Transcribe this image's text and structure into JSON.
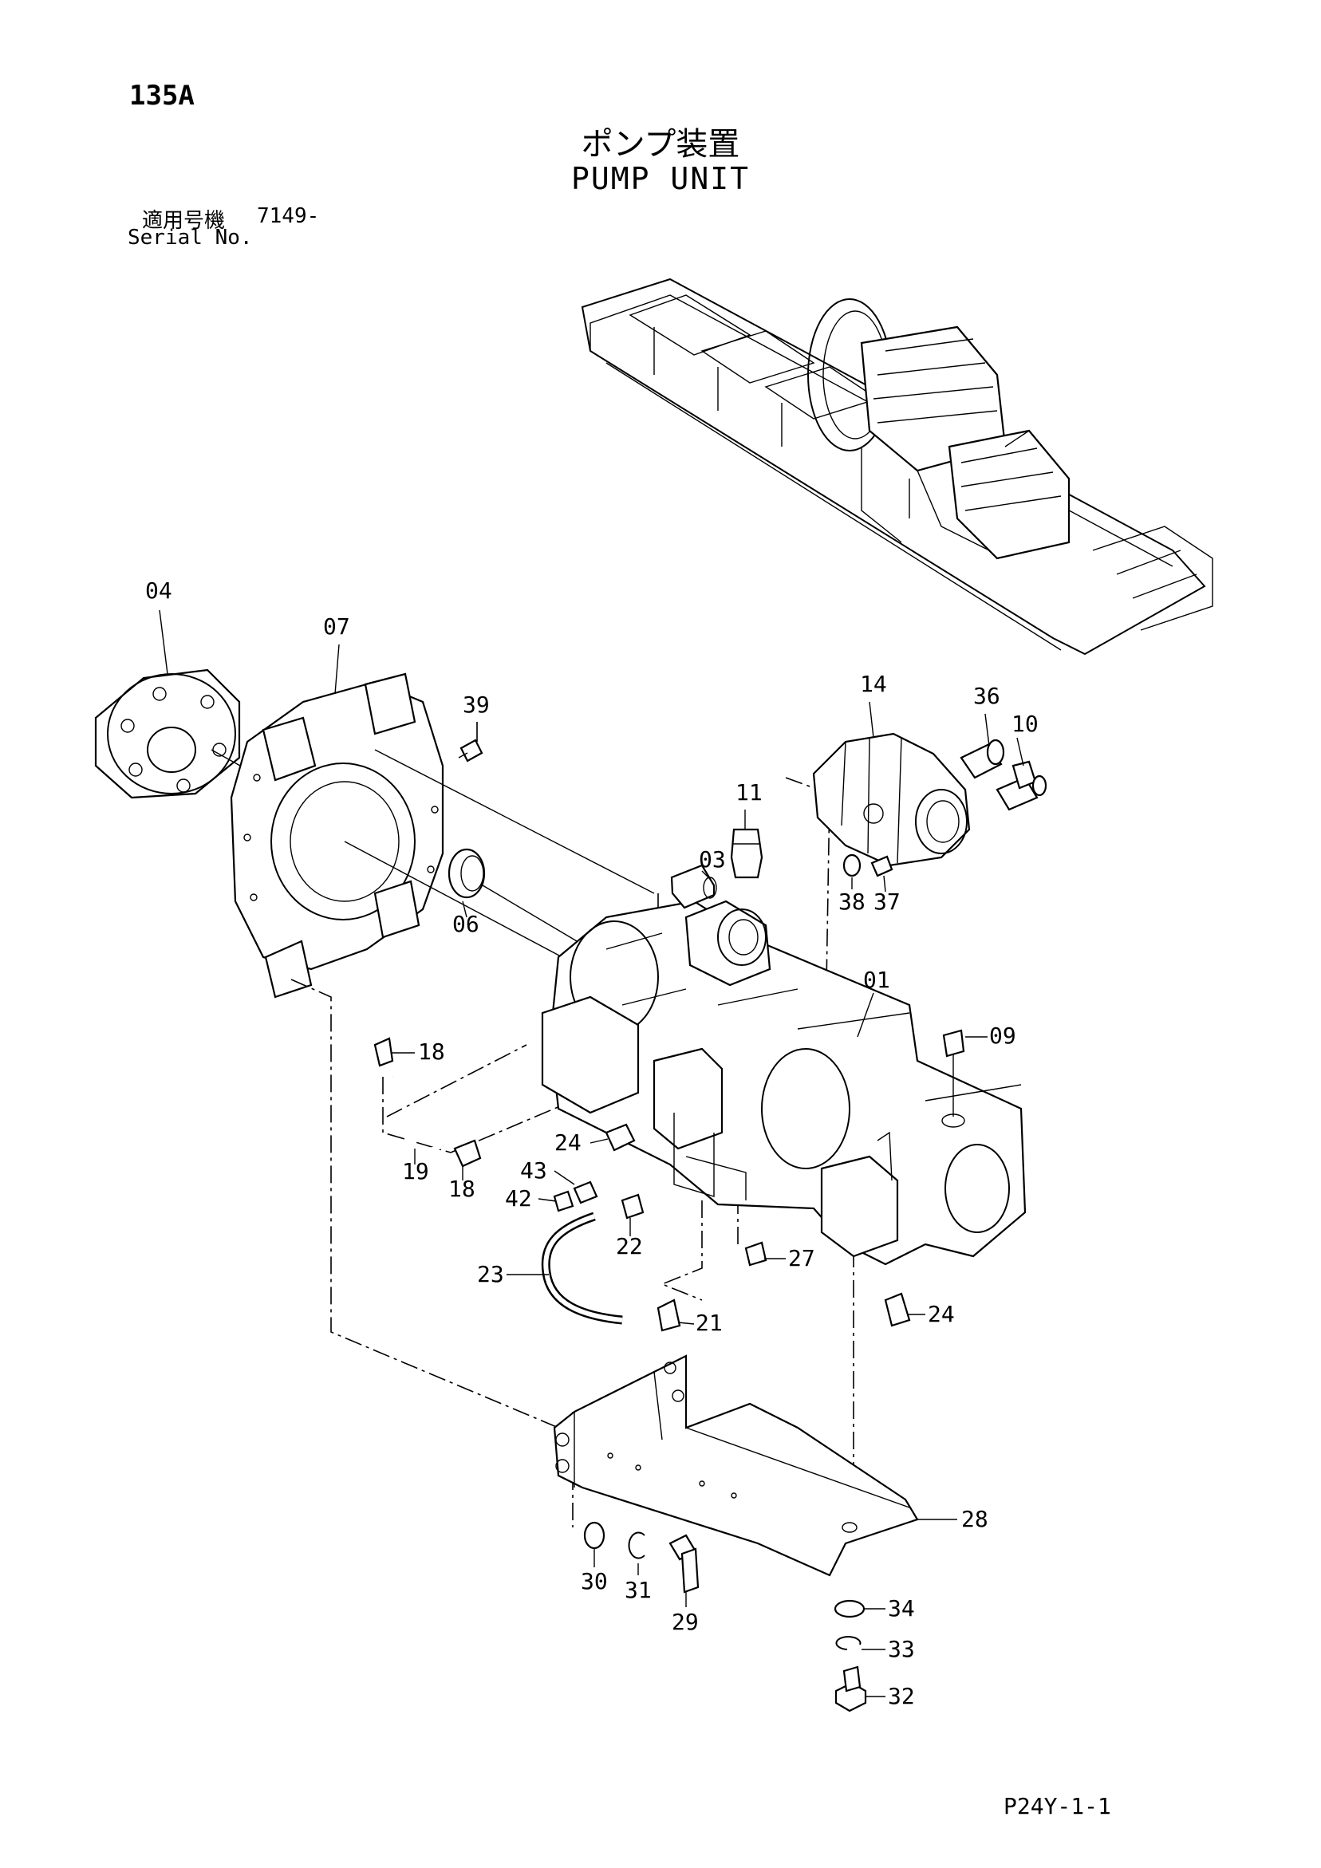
{
  "header": {
    "page_code": "135A",
    "title_jp": "ポンプ装置",
    "title_en": "PUMP UNIT",
    "serial_label_jp": "適用号機",
    "serial_value": "7149-",
    "serial_label_en": "Serial No."
  },
  "footer": {
    "sheet_ref": "P24Y-1-1"
  },
  "parts": {
    "p01": "01",
    "p03": "03",
    "p04": "04",
    "p06": "06",
    "p07": "07",
    "p09": "09",
    "p10": "10",
    "p11": "11",
    "p14": "14",
    "p18a": "18",
    "p18b": "18",
    "p19": "19",
    "p21": "21",
    "p22": "22",
    "p23": "23",
    "p24a": "24",
    "p24b": "24",
    "p27": "27",
    "p28": "28",
    "p29": "29",
    "p30": "30",
    "p31": "31",
    "p32": "32",
    "p33": "33",
    "p34": "34",
    "p36": "36",
    "p37": "37",
    "p38": "38",
    "p39": "39",
    "p42": "42",
    "p43": "43"
  }
}
